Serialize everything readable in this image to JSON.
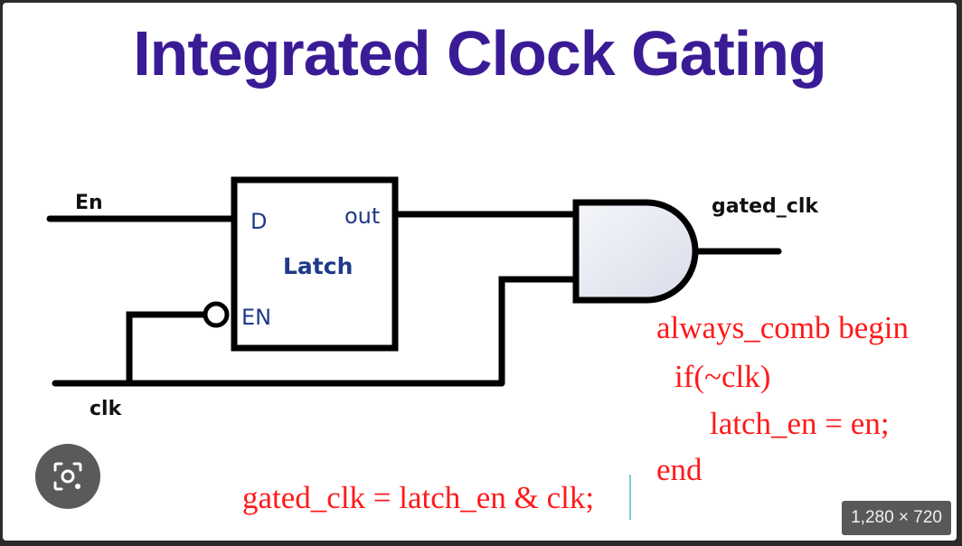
{
  "title": "Integrated Clock Gating",
  "diagram": {
    "signal_en": "En",
    "signal_clk": "clk",
    "latch_pin_d": "D",
    "latch_pin_out": "out",
    "latch_name": "Latch",
    "latch_pin_en": "EN",
    "output_label": "gated_clk"
  },
  "code": {
    "lines": [
      "always_comb begin",
      "if(~clk)",
      "latch_en = en;",
      "end"
    ],
    "assign": "gated_clk = latch_en & clk;"
  },
  "overlay": {
    "image_size": "1,280 × 720",
    "lens_icon": "visual-search-icon"
  },
  "colors": {
    "title": "#3a1b96",
    "code": "#ff1a1a",
    "wire": "#000000",
    "latch_labels": "#1f3a8a"
  }
}
